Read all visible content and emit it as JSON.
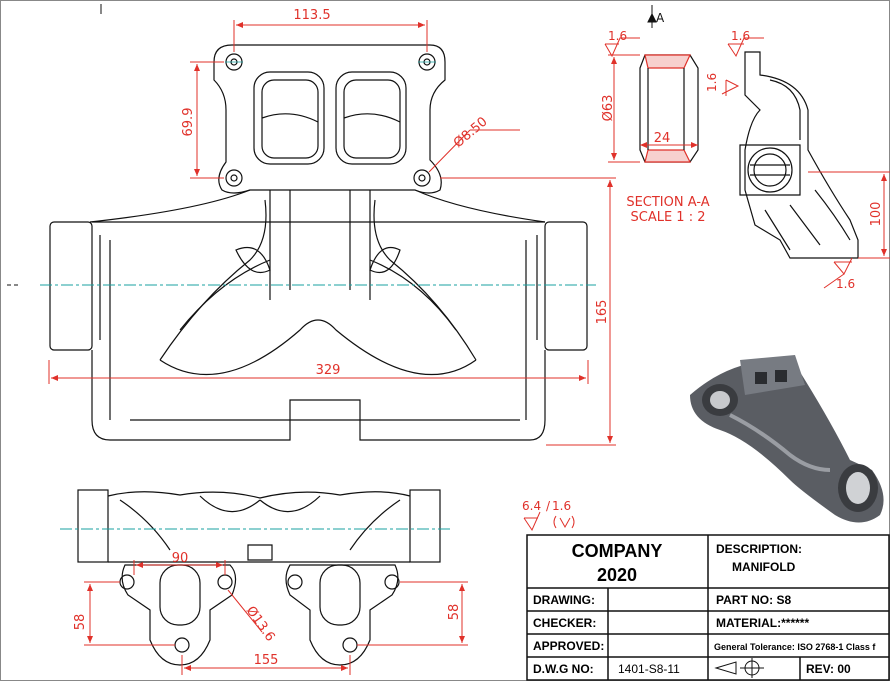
{
  "front_view": {
    "dim_width_top": "113.5",
    "dim_height_flange": "69.9",
    "dim_hole_dia": "Ø8.50",
    "dim_overall_width": "329",
    "dim_overall_height": "165"
  },
  "section": {
    "label_line1": "SECTION A-A",
    "label_line2": "SCALE 1 : 2",
    "dim_dia": "Ø63",
    "dim_width": "24",
    "roughness": "1.6",
    "marker": "A"
  },
  "side_view": {
    "dim_height": "100",
    "roughness_top": "1.6",
    "roughness_left": "1.6",
    "roughness_bottom": "1.6"
  },
  "bottom_view": {
    "dim_90": "90",
    "dim_155": "155",
    "dim_58_left": "58",
    "dim_58_right": "58",
    "dim_hole": "Ø13.6"
  },
  "general_roughness": {
    "value1": "6.4",
    "value2": "1.6"
  },
  "title_block": {
    "company_line1": "COMPANY",
    "company_line2": "2020",
    "description_label": "DESCRIPTION:",
    "description_value": "MANIFOLD",
    "drawing_label": "DRAWING:",
    "checker_label": "CHECKER:",
    "approved_label": "APPROVED:",
    "dwg_label": "D.W.G NO:",
    "dwg_value": "1401-S8-11",
    "part_no": "PART NO: S8",
    "material": "MATERIAL:******",
    "tolerance": "General Tolerance: ISO 2768-1 Class f",
    "rev": "REV: 00"
  },
  "colors": {
    "dimension": "#e0312a",
    "outline": "#111111",
    "centerline": "#18a0a0"
  }
}
